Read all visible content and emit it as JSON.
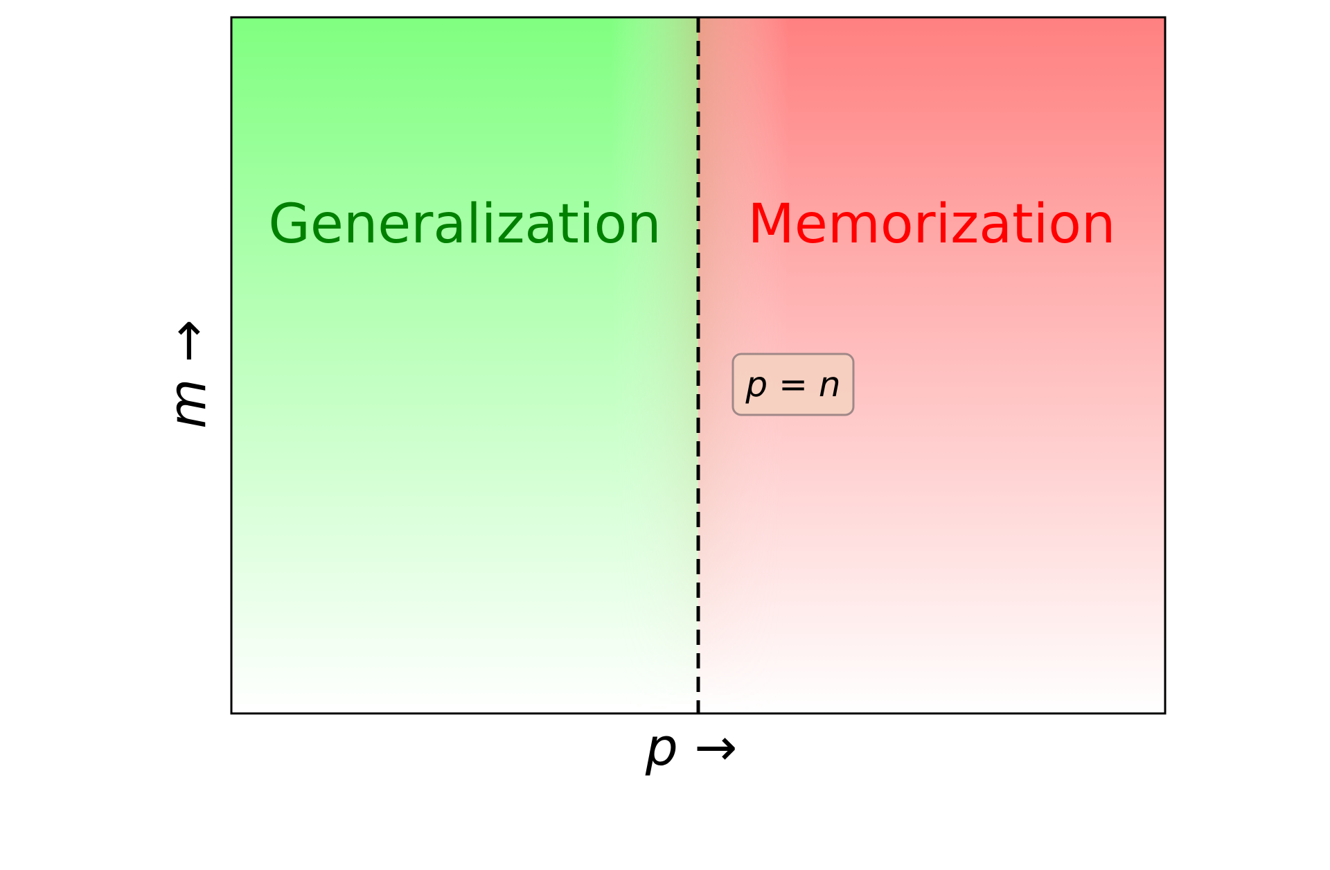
{
  "diagram": {
    "regions": {
      "left": {
        "label": "Generalization",
        "color": "#008000",
        "fill": "#80ff80"
      },
      "right": {
        "label": "Memorization",
        "color": "#ff0000",
        "fill": "#ff8080"
      }
    },
    "boundary": {
      "annotation": {
        "var": "p",
        "op": " = ",
        "rhs": "n"
      }
    },
    "x_axis": {
      "var": "p",
      "arrow": " →"
    },
    "y_axis": {
      "var": "m",
      "arrow": " →"
    }
  }
}
